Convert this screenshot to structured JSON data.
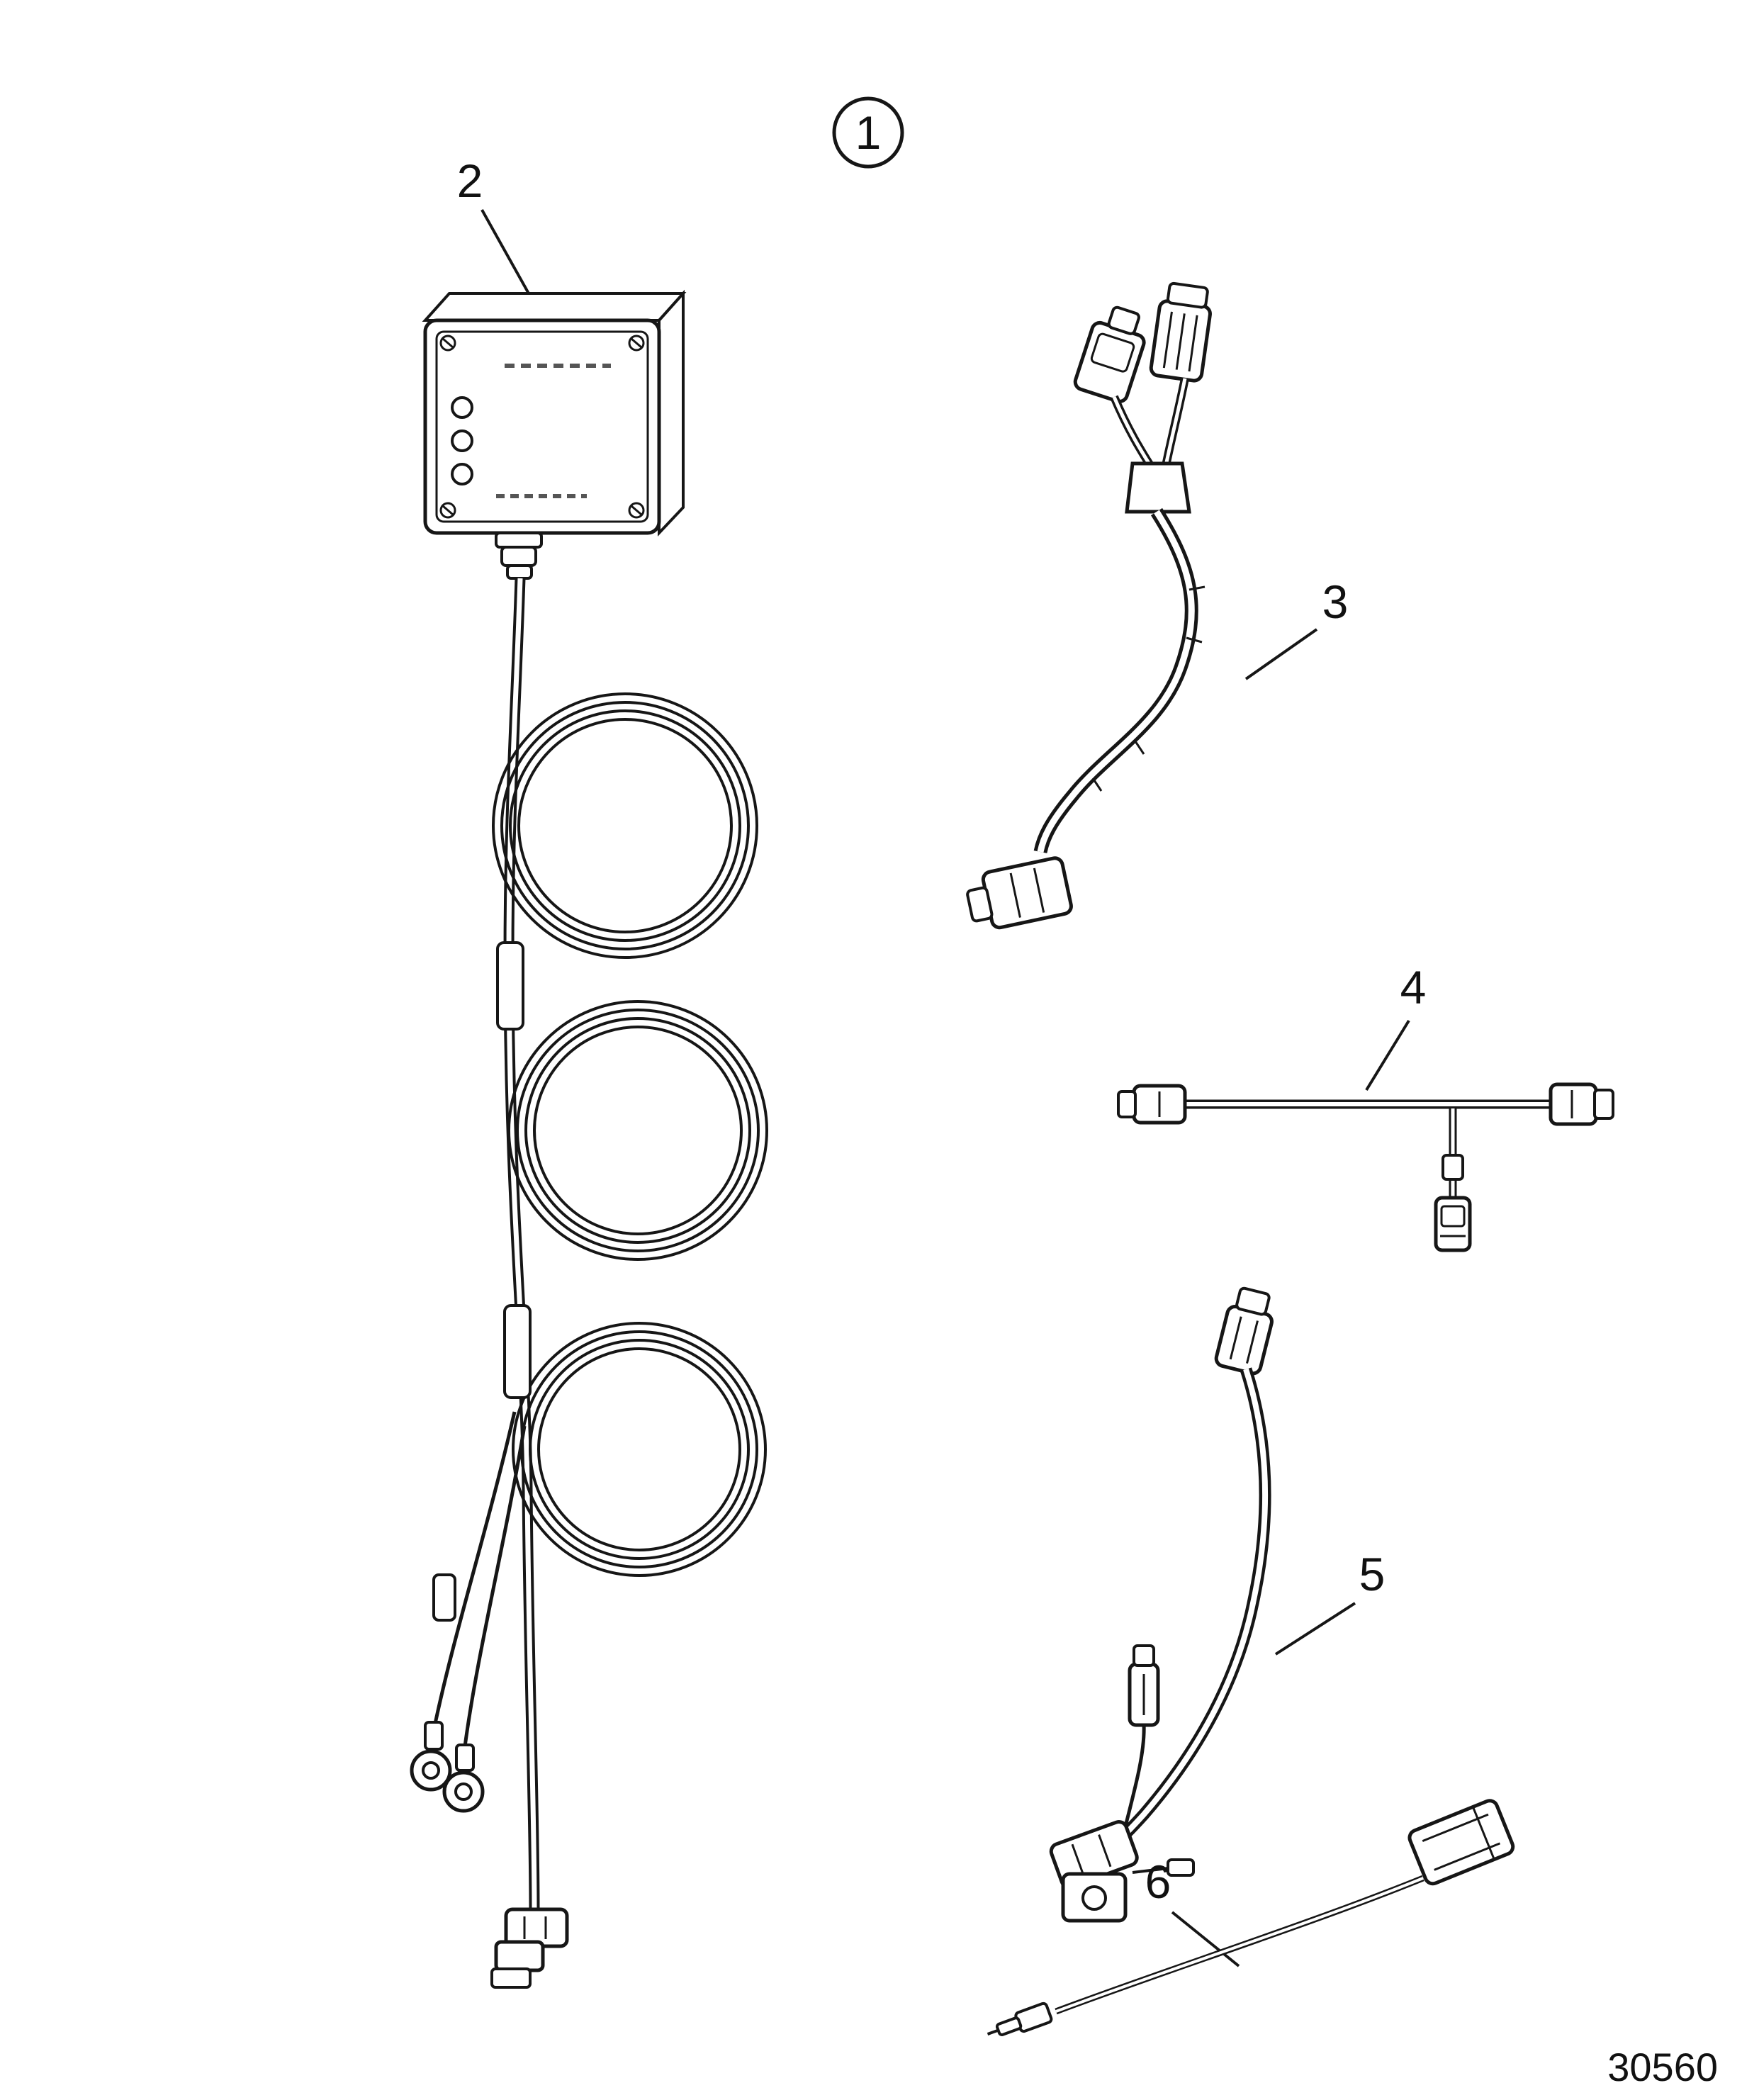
{
  "diagram": {
    "drawing_number": "30560",
    "callouts": {
      "assembly": "1",
      "control_module": "2",
      "y_harness": "3",
      "t_harness": "4",
      "link_harness": "5",
      "sensor_lead": "6"
    }
  }
}
